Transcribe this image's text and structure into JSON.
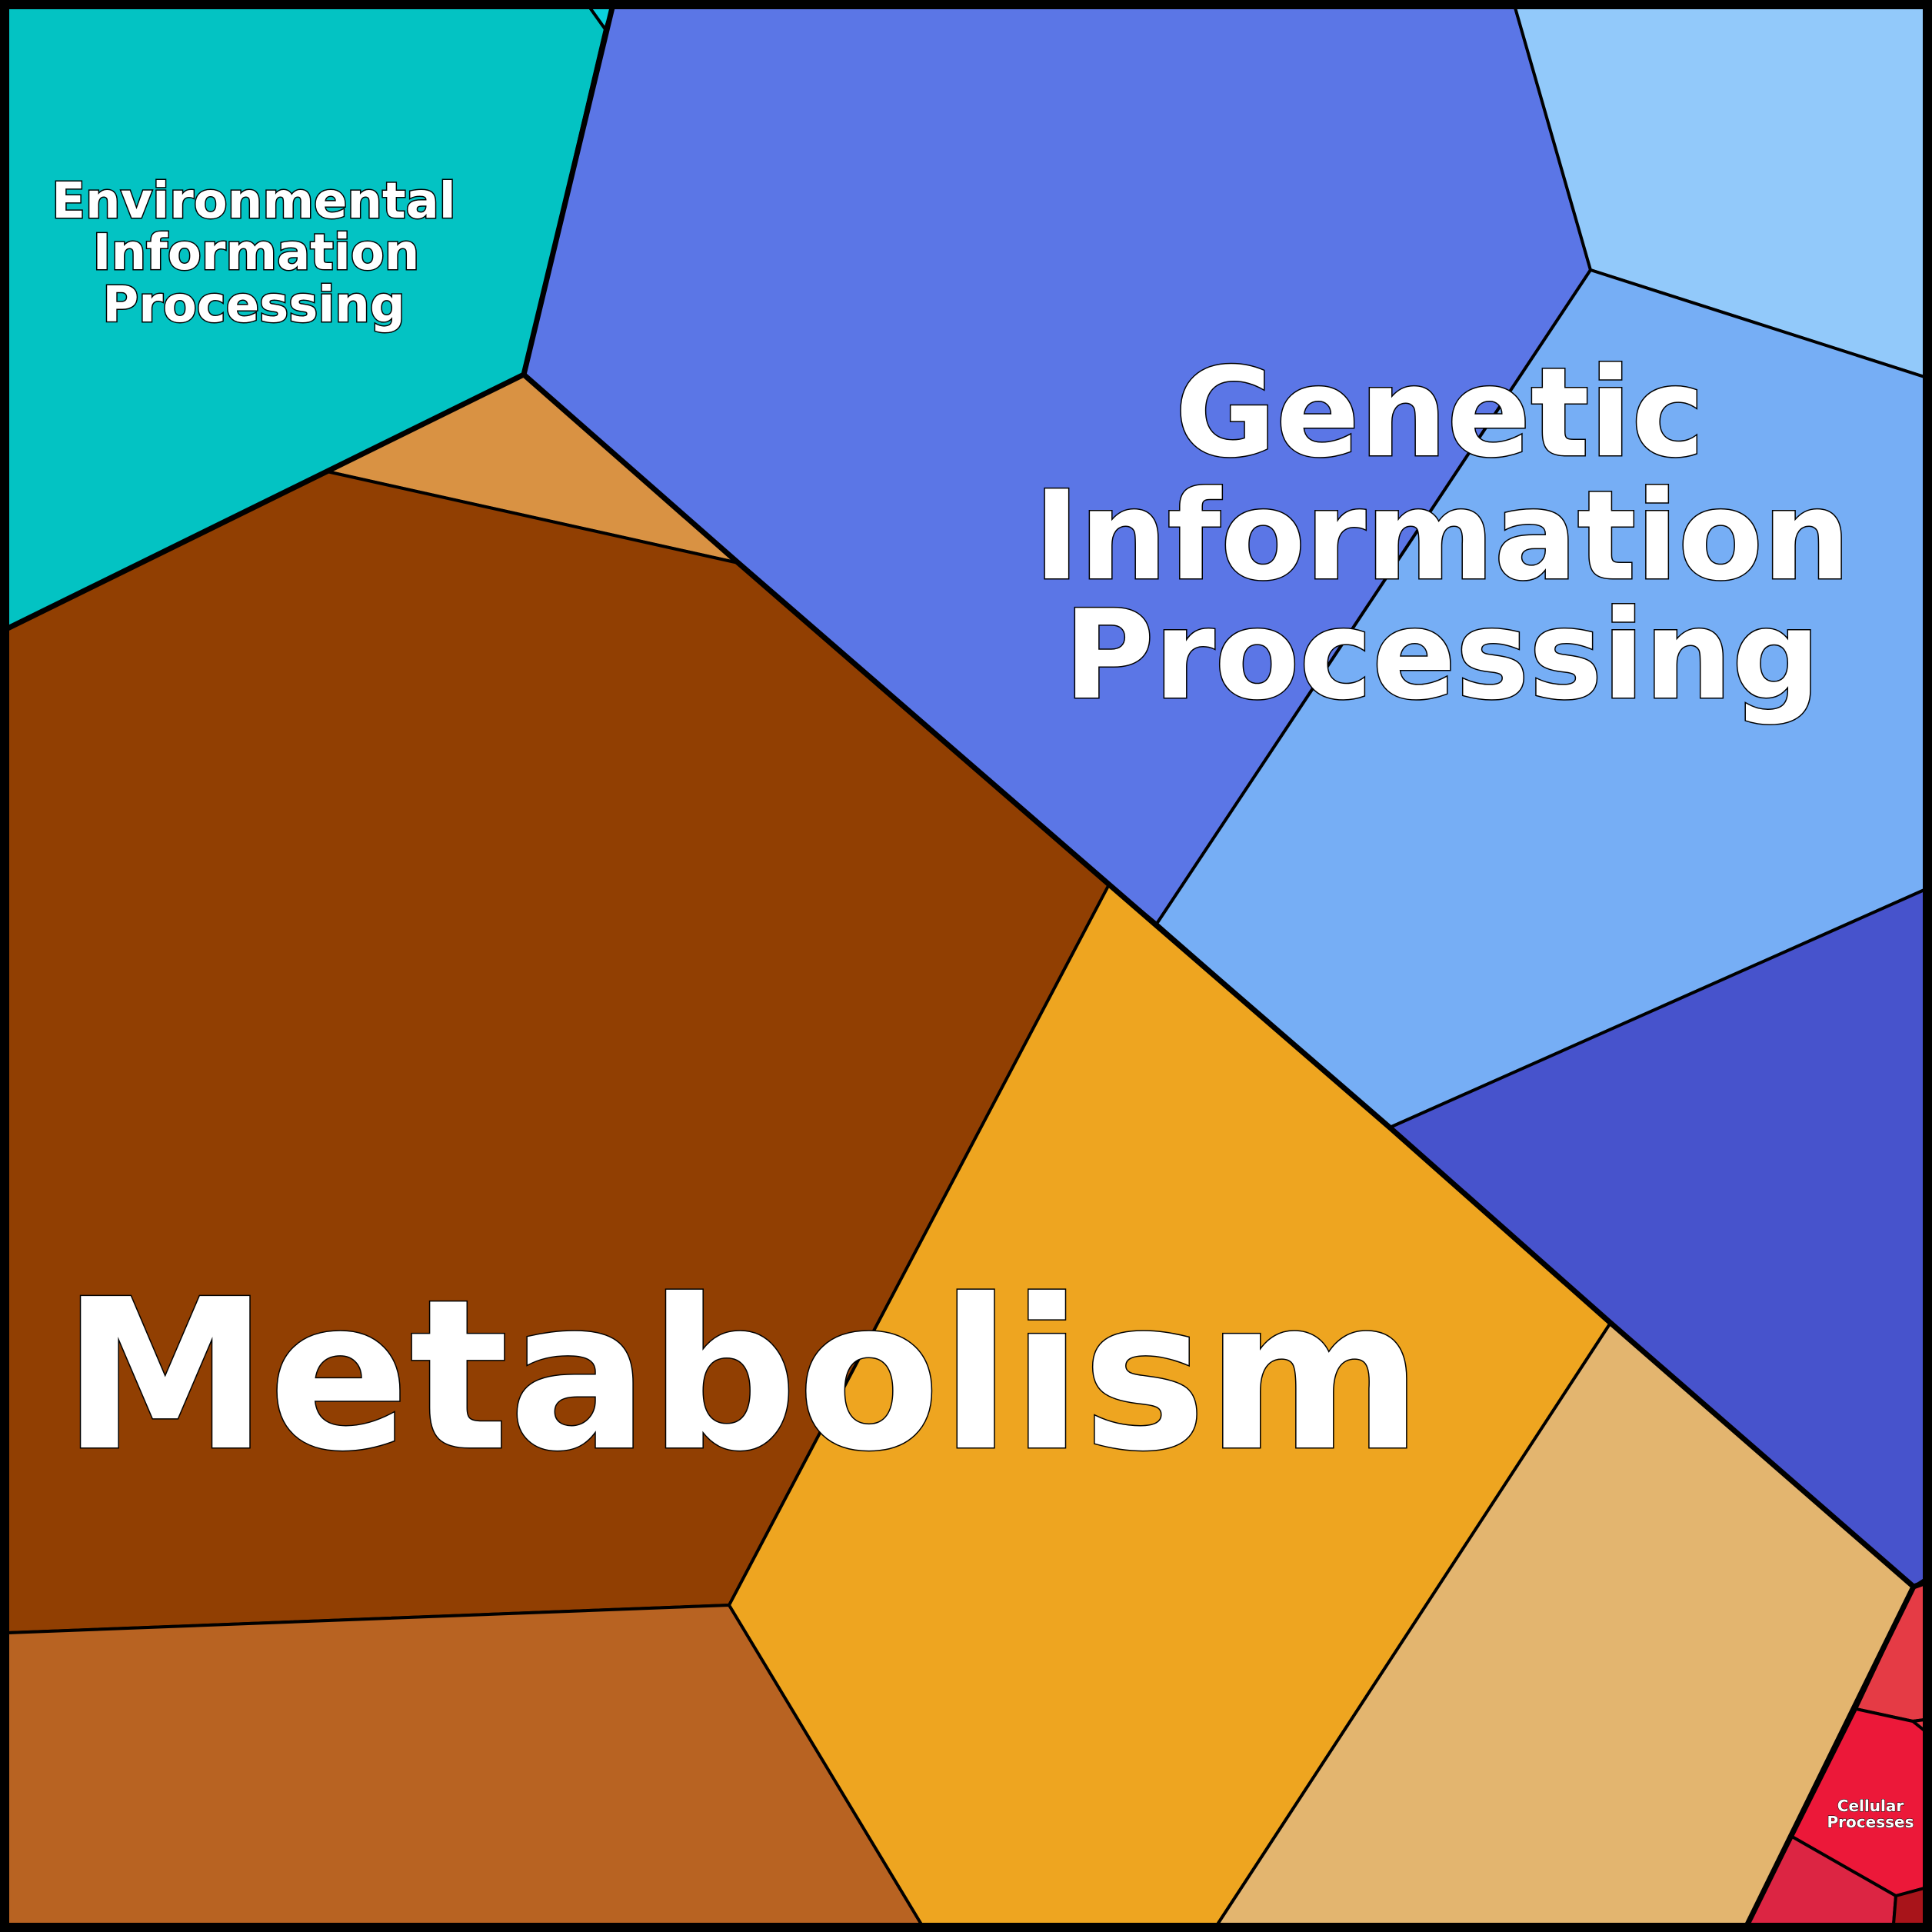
{
  "labels": {
    "environmental": [
      "Environmental",
      "Information",
      "Processing"
    ],
    "genetic": [
      "Genetic",
      "Information",
      "Processing"
    ],
    "metabolism": "Metabolism",
    "cellular": [
      "Cellular",
      "Processes"
    ]
  },
  "colors": {
    "environmental_main": "#03c3c3",
    "environmental_small": "#0ad0dc",
    "metabolism_brown": "#913f02",
    "metabolism_orange": "#d99243",
    "metabolism_lower": "#b86322",
    "metabolism_gold": "#eea520",
    "metabolism_tan": "#e3b56f",
    "genetic_main": "#5b76e6",
    "genetic_light": "#76aef5",
    "genetic_lightest": "#92c9fa",
    "genetic_dark": "#4753cc",
    "cellular_1": "#e53b45",
    "cellular_2": "#ec1839",
    "cellular_3": "#dc2543",
    "cellular_4": "#a8141a"
  }
}
